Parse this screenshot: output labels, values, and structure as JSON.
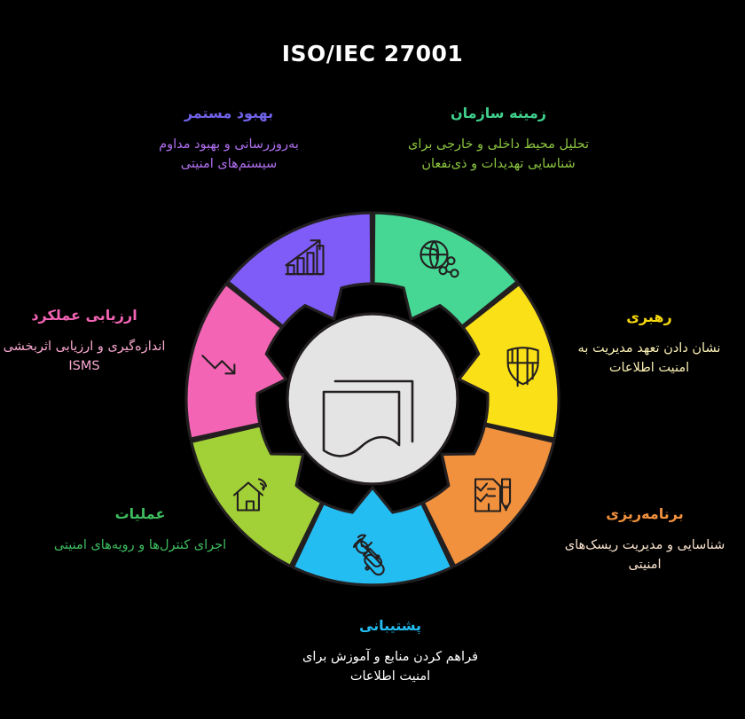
{
  "title": "ISO/IEC 27001",
  "colors": {
    "background": "#000000",
    "title": "#ffffff",
    "stroke": "#231f20",
    "hub_fill": "#e4e4e4",
    "context": "#45d793",
    "leadership": "#fae016",
    "planning": "#f1913d",
    "support": "#24bdf2",
    "operation": "#a0d game",
    "evaluation": "#f364b4",
    "improvement": "#7f5cf7"
  },
  "segments": [
    {
      "key": "context",
      "heading": "زمینه سازمان",
      "desc": "تحلیل محیط داخلی و خارجی برای شناسایی تهدیدات و ذی‌نفعان",
      "fill": "#45d793",
      "heading_color": "#3fd08c",
      "desc_color": "#8cc63f",
      "icon": "globe-network-icon"
    },
    {
      "key": "leadership",
      "heading": "رهبری",
      "desc": "نشان دادن تعهد مدیریت به امنیت اطلاعات",
      "fill": "#fae016",
      "heading_color": "#f5d80e",
      "desc_color": "#faf0b4",
      "icon": "shield-icon"
    },
    {
      "key": "planning",
      "heading": "برنامه‌ریزی",
      "desc": "شناسایی و مدیریت ریسک‌های امنیتی",
      "fill": "#f1913d",
      "heading_color": "#f1913d",
      "desc_color": "#fae3cd",
      "icon": "checklist-pen-icon"
    },
    {
      "key": "support",
      "heading": "پشتیبانی",
      "desc": "فراهم کردن منابع و آموزش برای امنیت اطلاعات",
      "fill": "#24bdf2",
      "heading_color": "#24bdf2",
      "desc_color": "#ffffff",
      "icon": "tools-icon"
    },
    {
      "key": "operation",
      "heading": "عملیات",
      "desc": "اجرای کنترل‌ها و رویه‌های امنیتی",
      "fill": "#a2d037",
      "heading_color": "#3dbd5e",
      "desc_color": "#3dbd5e",
      "icon": "smart-home-icon"
    },
    {
      "key": "evaluation",
      "heading": "ارزیابی عملکرد",
      "desc": "اندازه‌گیری و ارزیابی اثربخشی ISMS",
      "fill": "#f364b4",
      "heading_color": "#f364b4",
      "desc_color": "#f9a8d0",
      "icon": "declining-arrow-icon"
    },
    {
      "key": "improvement",
      "heading": "بهبود مستمر",
      "desc": "به‌روزرسانی و بهبود مداوم سیستم‌های امنیتی",
      "fill": "#7f5cf7",
      "heading_color": "#6f62e8",
      "desc_color": "#b06ff0",
      "icon": "growth-chart-icon"
    }
  ],
  "hub": {
    "icon": "document-icon"
  }
}
